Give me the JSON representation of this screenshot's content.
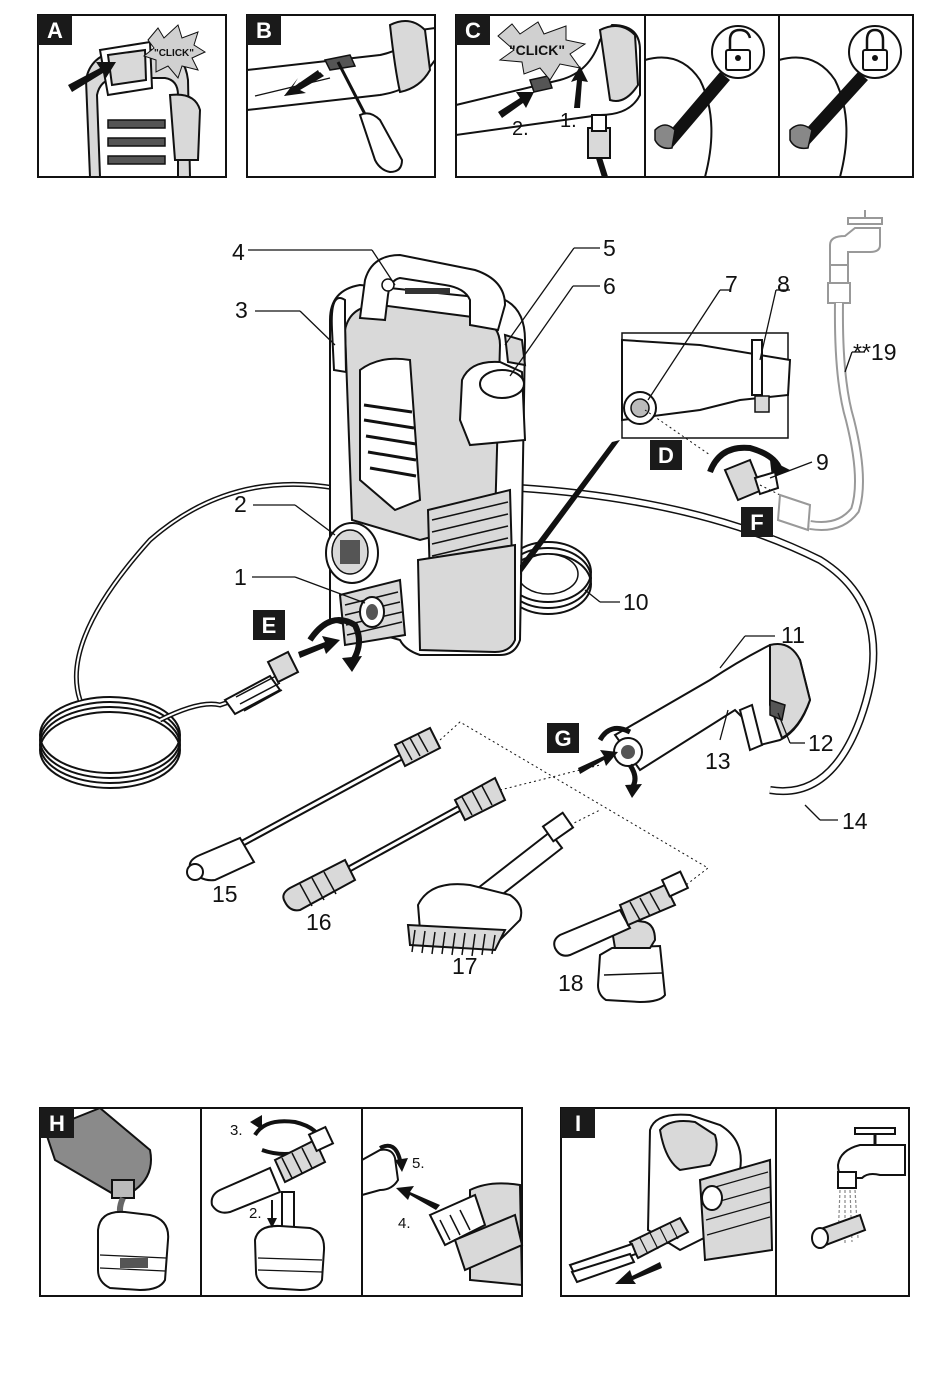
{
  "panels_top": {
    "A": {
      "tag": "A",
      "click": "\"CLICK\""
    },
    "B": {
      "tag": "B"
    },
    "C": {
      "tag": "C",
      "click": "\"CLICK\"",
      "step1": "1.",
      "step2": "2."
    }
  },
  "main": {
    "tags": {
      "D": "D",
      "E": "E",
      "F": "F",
      "G": "G"
    },
    "callouts": {
      "c1": "1",
      "c2": "2",
      "c3": "3",
      "c4": "4",
      "c5": "5",
      "c6": "6",
      "c7": "7",
      "c8": "8",
      "c9": "9",
      "c10": "10",
      "c11": "11",
      "c12": "12",
      "c13": "13",
      "c14": "14",
      "c15": "15",
      "c16": "16",
      "c17": "17",
      "c18": "18",
      "c19": "**19"
    }
  },
  "panels_bottom": {
    "H": {
      "tag": "H",
      "step2": "2.",
      "step3": "3.",
      "step4": "4.",
      "step5": "5."
    },
    "I": {
      "tag": "I"
    }
  },
  "colors": {
    "ink": "#111111",
    "tagfill": "#1a1a1a",
    "shade": "#d9d9d9",
    "mid": "#8a8a8a"
  }
}
